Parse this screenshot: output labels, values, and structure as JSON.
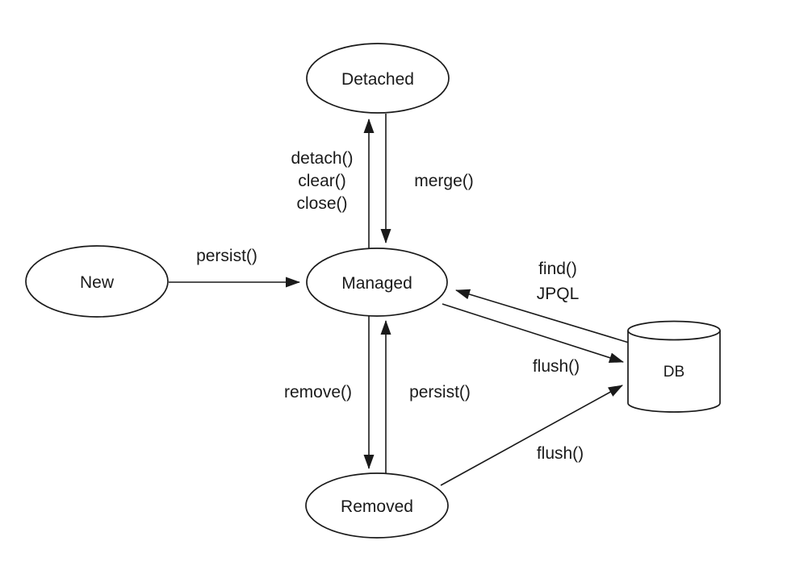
{
  "diagram": {
    "colors": {
      "stroke": "#1a1a1a",
      "background": "#ffffff"
    },
    "nodes": {
      "new": {
        "label": "New"
      },
      "detached": {
        "label": "Detached"
      },
      "managed": {
        "label": "Managed"
      },
      "removed": {
        "label": "Removed"
      },
      "db": {
        "label": "DB"
      }
    },
    "edges": {
      "persist_new_to_managed": {
        "label": "persist()"
      },
      "managed_to_detached": {
        "label_lines": [
          "detach()",
          "clear()",
          "close()"
        ]
      },
      "detached_to_managed": {
        "label": "merge()"
      },
      "db_to_managed": {
        "label_lines": [
          "find()",
          "JPQL"
        ]
      },
      "managed_to_db": {
        "label": "flush()"
      },
      "managed_to_removed": {
        "label": "remove()"
      },
      "removed_to_managed": {
        "label": "persist()"
      },
      "removed_to_db": {
        "label": "flush()"
      }
    }
  }
}
